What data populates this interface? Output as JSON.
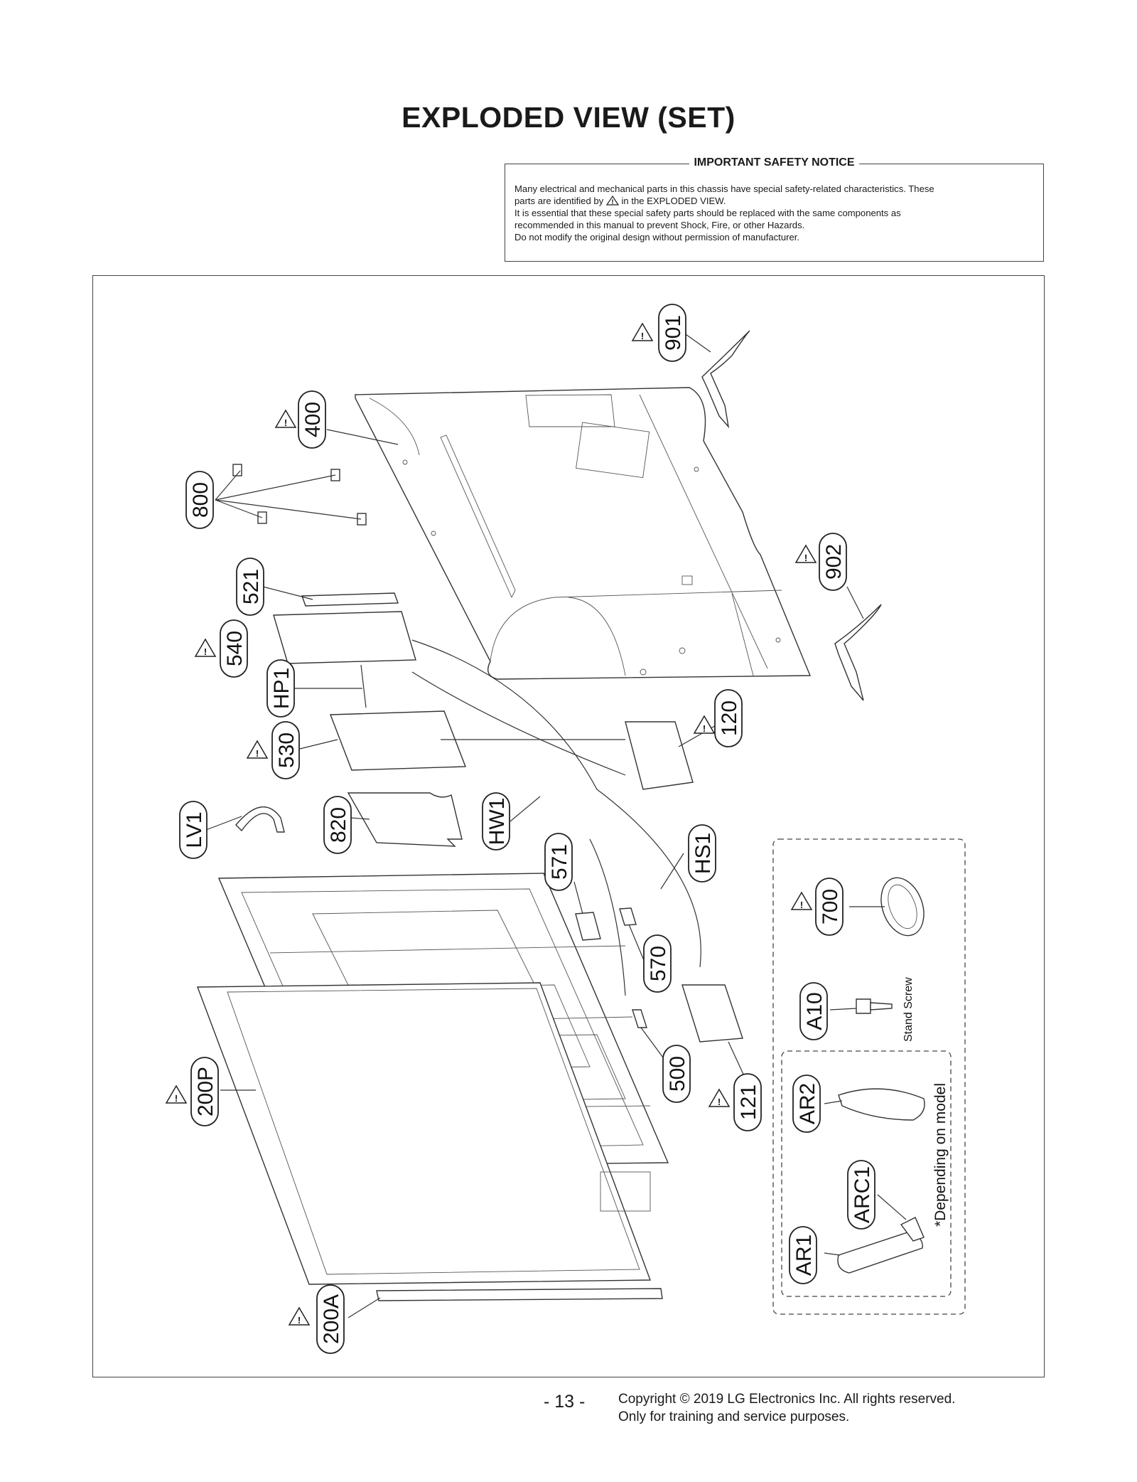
{
  "page": {
    "title": "EXPLODED VIEW (SET)",
    "page_number": "- 13 -",
    "copyright_line1": "Copyright © 2019 LG Electronics Inc. All rights reserved.",
    "copyright_line2": "Only for training and service purposes."
  },
  "notice": {
    "title": "IMPORTANT SAFETY NOTICE",
    "line1": "Many electrical and mechanical parts in this chassis have special safety-related characteristics. These",
    "line2a": "parts are identified by",
    "line2b": "in the EXPLODED VIEW.",
    "line3": "It is essential that these special safety parts should be replaced with the same components as",
    "line4": "recommended in this manual to prevent Shock, Fire, or other Hazards.",
    "line5": "Do not modify the original design without permission of manufacturer.",
    "safety_icon": "warning-triangle-icon"
  },
  "labels": {
    "p901": "901",
    "p400": "400",
    "p800": "800",
    "p902": "902",
    "p521": "521",
    "p540": "540",
    "pHP1": "HP1",
    "p530": "530",
    "p120": "120",
    "pLV1": "LV1",
    "p820": "820",
    "pHW1": "HW1",
    "pHS1": "HS1",
    "p571": "571",
    "p700": "700",
    "p570": "570",
    "pA10": "A10",
    "p500": "500",
    "p121": "121",
    "pAR2": "AR2",
    "pARC1": "ARC1",
    "p200P": "200P",
    "pAR1": "AR1",
    "p200A": "200A"
  },
  "annotations": {
    "stand_screw": "Stand Screw",
    "depending_on_model": "*Depending on model"
  }
}
